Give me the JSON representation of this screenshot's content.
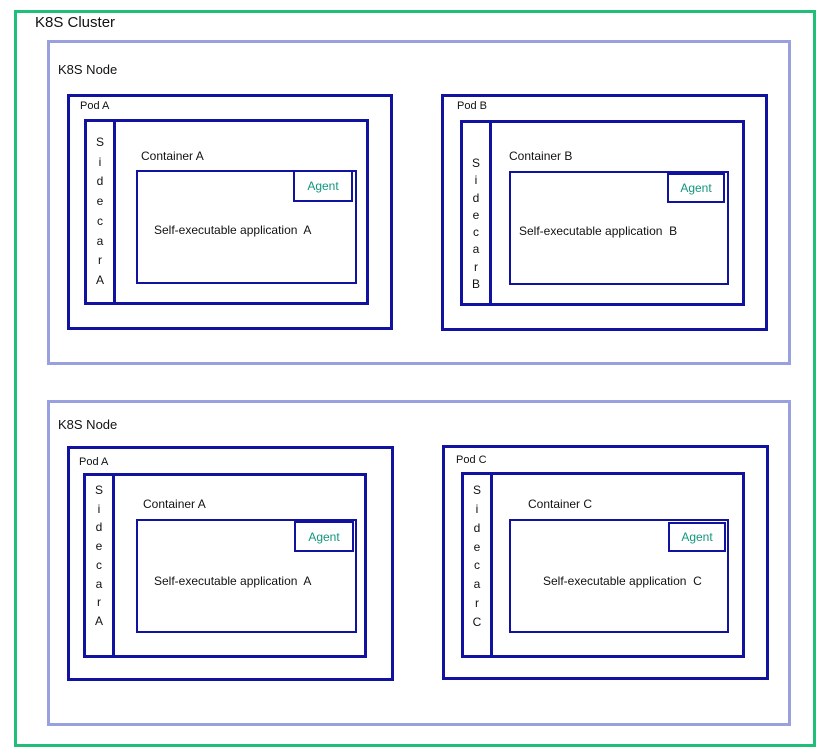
{
  "cluster": {
    "label": "K8S Cluster"
  },
  "nodes": [
    {
      "label": "K8S Node",
      "pods": [
        {
          "label": "Pod A",
          "container_label": "Container A",
          "agent_label": "Agent",
          "app_label": "Self-executable application  A",
          "sidecar_letters": [
            "S",
            "i",
            "d",
            "e",
            "c",
            "a",
            "r",
            "A"
          ]
        },
        {
          "label": "Pod B",
          "container_label": "Container B",
          "agent_label": "Agent",
          "app_label": "Self-executable application  B",
          "sidecar_letters": [
            "S",
            "i",
            "d",
            "e",
            "c",
            "a",
            "r",
            "B"
          ]
        }
      ]
    },
    {
      "label": "K8S Node",
      "pods": [
        {
          "label": "Pod A",
          "container_label": "Container A",
          "agent_label": "Agent",
          "app_label": "Self-executable application  A",
          "sidecar_letters": [
            "S",
            "i",
            "d",
            "e",
            "c",
            "a",
            "r",
            "A"
          ]
        },
        {
          "label": "Pod C",
          "container_label": "Container C",
          "agent_label": "Agent",
          "app_label": "Self-executable application  C",
          "sidecar_letters": [
            "S",
            "i",
            "d",
            "e",
            "c",
            "a",
            "r",
            "C"
          ]
        }
      ]
    }
  ],
  "colors": {
    "cluster_border": "#1fbf7a",
    "node_border": "#98a0dd",
    "pod_border": "#1212a0",
    "agent_text": "#13967e"
  }
}
